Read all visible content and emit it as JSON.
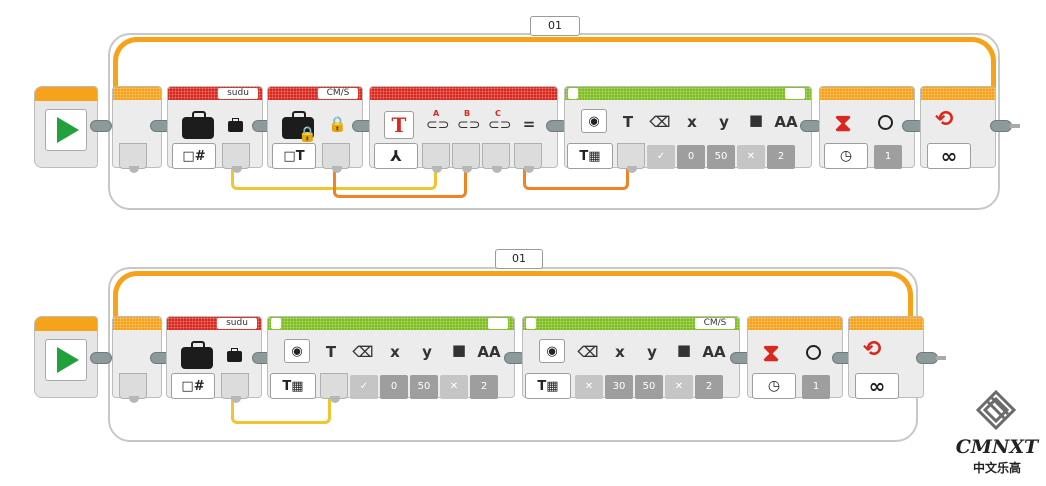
{
  "colors": {
    "flow_orange": "#f7a21b",
    "data_red": "#d9281e",
    "display_green": "#7fbe21",
    "wire_yellow": "#f4c430",
    "wire_orange": "#ef8426",
    "start_green": "#22a03c"
  },
  "program1": {
    "loop_name": "01",
    "var_read": {
      "name": "sudu",
      "icon": "number-icon"
    },
    "const_block": {
      "name": "CM/S",
      "icon": "text-icon"
    },
    "text_block": {
      "inputs": [
        "A",
        "B",
        "C"
      ],
      "eq": "="
    },
    "display": {
      "mode": "T",
      "params": [
        "x",
        "y",
        "AA"
      ],
      "values": [
        "0",
        "50",
        "2"
      ]
    },
    "wait": {
      "value": "1"
    },
    "loop_end": {
      "symbol": "∞"
    }
  },
  "program2": {
    "loop_name": "01",
    "var_read": {
      "name": "sudu",
      "icon": "number-icon"
    },
    "display1": {
      "params": [
        "x",
        "y",
        "AA"
      ],
      "values": [
        "0",
        "50",
        "2"
      ]
    },
    "display2": {
      "tag": "CM/S",
      "params": [
        "x",
        "y",
        "AA"
      ],
      "values": [
        "30",
        "50",
        "2"
      ]
    },
    "wait": {
      "value": "1"
    },
    "loop_end": {
      "symbol": "∞"
    }
  },
  "logo": {
    "name": "CMNXT",
    "subtitle": "中文乐高"
  }
}
